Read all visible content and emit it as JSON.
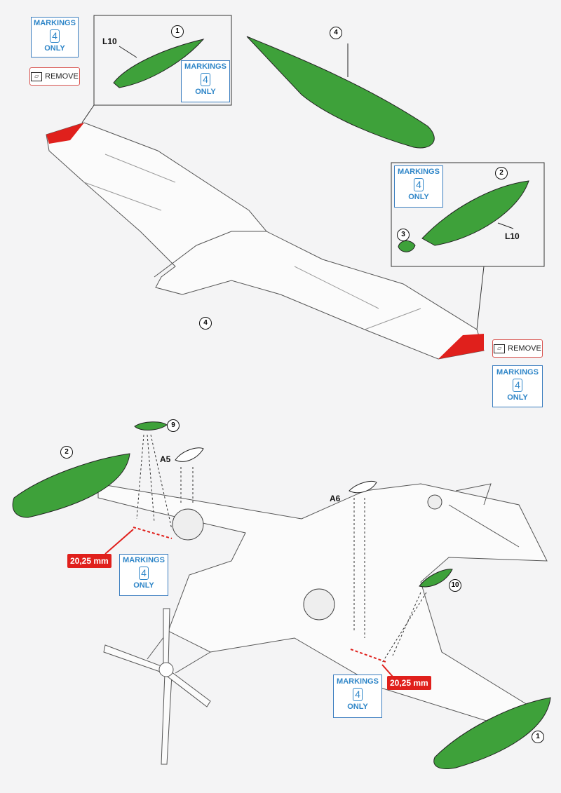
{
  "callouts": {
    "markings_word": "MARKINGS",
    "markings_number": "4",
    "markings_only": "ONLY",
    "remove_label": "REMOVE"
  },
  "parts": {
    "step_1": "1",
    "step_2": "2",
    "step_3": "3",
    "step_4": "4",
    "step_9": "9",
    "step_10": "10",
    "part_L10": "L10",
    "part_A5": "A5",
    "part_A6": "A6"
  },
  "measurements": {
    "tank_offset": "20,25 mm"
  },
  "colors": {
    "tank_green": "#3ea13a",
    "remove_red": "#e0201c",
    "markings_blue": "#2f86c8"
  }
}
